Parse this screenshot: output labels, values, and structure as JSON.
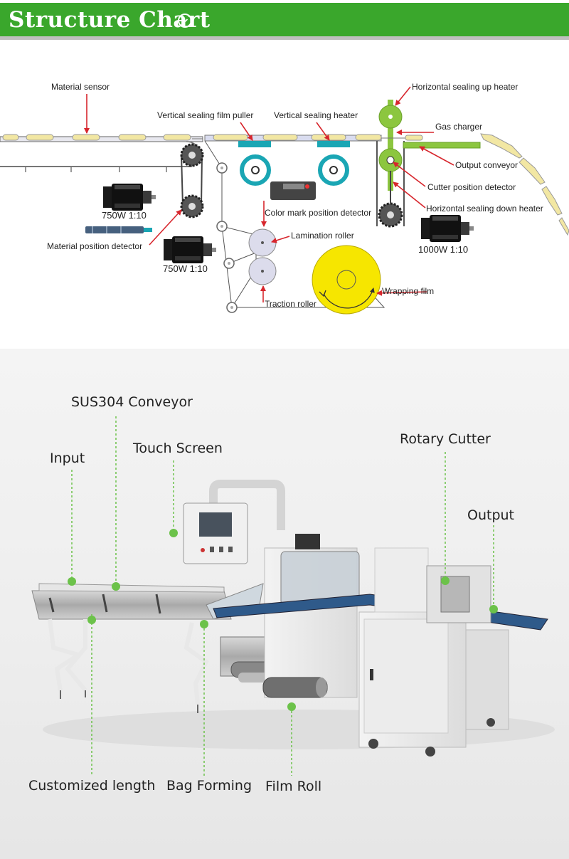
{
  "header": {
    "title": "Structure Chart",
    "bar_color": "#3aa72c",
    "icon": "chevron-circle-icon"
  },
  "diagram_labels": {
    "material_sensor": "Material sensor",
    "vertical_sealing_film_puller": "Vertical sealing film puller",
    "vertical_sealing_heater": "Vertical sealing heater",
    "horizontal_sealing_up_heater": "Horizontal sealing up heater",
    "gas_charger": "Gas charger",
    "output_conveyor": "Output conveyor",
    "cutter_position_detector": "Cutter position detector",
    "horizontal_sealing_down_heater": "Horizontal sealing down heater",
    "color_mark_position_detector": "Color mark position detector",
    "lamination_roller": "Lamination roller",
    "traction_roller": "Traction roller",
    "wrapping_film": "Wrapping film",
    "material_position_detector": "Material position detector",
    "motor_750_a": "750W 1:10",
    "motor_750_b": "750W 1:10",
    "motor_1000": "1000W 1:10"
  },
  "photo_labels": {
    "sus304_conveyor": "SUS304 Conveyor",
    "touch_screen": "Touch Screen",
    "input": "Input",
    "rotary_cutter": "Rotary Cutter",
    "output": "Output",
    "customized_length": "Customized length",
    "bag_forming": "Bag Forming",
    "film_roll": "Film Roll"
  },
  "colors": {
    "accent_green": "#3aa72c",
    "arrow_red": "#d7262d",
    "sealer_green": "#8cc63f",
    "heater_teal": "#1aa6b4",
    "film_yellow": "#f6e600",
    "product_yellow": "#f2e7a3",
    "callout_dot": "#6cc24a"
  }
}
